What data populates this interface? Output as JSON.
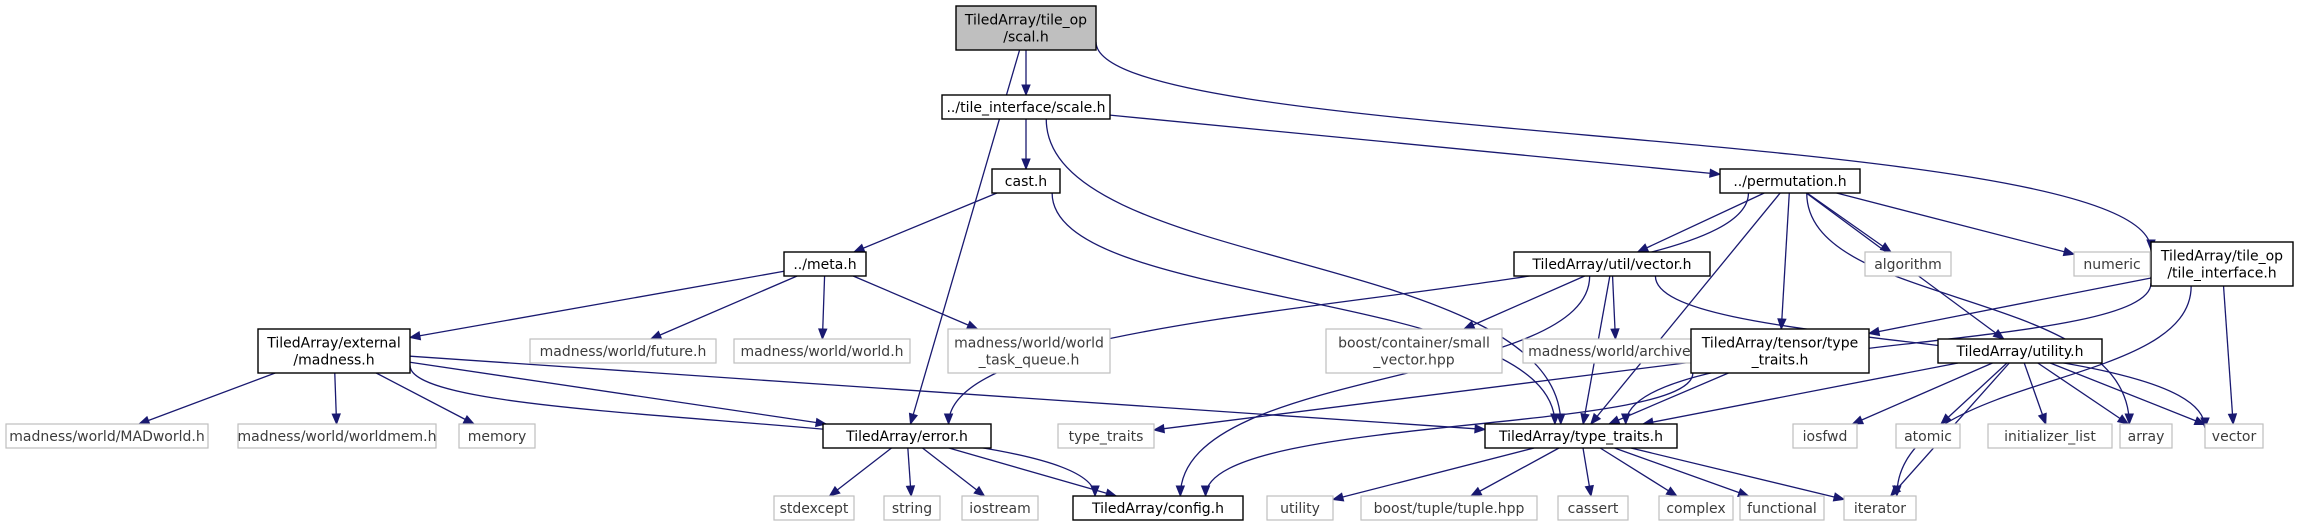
{
  "diagram": {
    "nodes": [
      {
        "id": "root",
        "lines": [
          "TiledArray/tile_op",
          "/scal.h"
        ],
        "kind": "root"
      },
      {
        "id": "scale",
        "lines": [
          "../tile_interface/scale.h"
        ],
        "kind": "local"
      },
      {
        "id": "cast",
        "lines": [
          "cast.h"
        ],
        "kind": "local"
      },
      {
        "id": "perm",
        "lines": [
          "../permutation.h"
        ],
        "kind": "local"
      },
      {
        "id": "tileif",
        "lines": [
          "TiledArray/tile_op",
          "/tile_interface.h"
        ],
        "kind": "local"
      },
      {
        "id": "meta",
        "lines": [
          "../meta.h"
        ],
        "kind": "local"
      },
      {
        "id": "ext",
        "lines": [
          "TiledArray/external",
          "/madness.h"
        ],
        "kind": "local"
      },
      {
        "id": "future",
        "lines": [
          "madness/world/future.h"
        ],
        "kind": "system"
      },
      {
        "id": "world",
        "lines": [
          "madness/world/world.h"
        ],
        "kind": "system"
      },
      {
        "id": "wtq",
        "lines": [
          "madness/world/world",
          "_task_queue.h"
        ],
        "kind": "system"
      },
      {
        "id": "vec",
        "lines": [
          "TiledArray/util/vector.h"
        ],
        "kind": "local"
      },
      {
        "id": "algo",
        "lines": [
          "algorithm"
        ],
        "kind": "system"
      },
      {
        "id": "numeric",
        "lines": [
          "numeric"
        ],
        "kind": "system"
      },
      {
        "id": "smallvec",
        "lines": [
          "boost/container/small",
          "_vector.hpp"
        ],
        "kind": "system"
      },
      {
        "id": "archive",
        "lines": [
          "madness/world/archive.h"
        ],
        "kind": "system"
      },
      {
        "id": "ttraits",
        "lines": [
          "TiledArray/tensor/type",
          "_traits.h"
        ],
        "kind": "local"
      },
      {
        "id": "util",
        "lines": [
          "TiledArray/utility.h"
        ],
        "kind": "local"
      },
      {
        "id": "madworld",
        "lines": [
          "madness/world/MADworld.h"
        ],
        "kind": "system"
      },
      {
        "id": "wmem",
        "lines": [
          "madness/world/worldmem.h"
        ],
        "kind": "system"
      },
      {
        "id": "memory",
        "lines": [
          "memory"
        ],
        "kind": "system"
      },
      {
        "id": "error",
        "lines": [
          "TiledArray/error.h"
        ],
        "kind": "local"
      },
      {
        "id": "typetraits",
        "lines": [
          "type_traits"
        ],
        "kind": "system"
      },
      {
        "id": "tatraits",
        "lines": [
          "TiledArray/type_traits.h"
        ],
        "kind": "local"
      },
      {
        "id": "iosfwd",
        "lines": [
          "iosfwd"
        ],
        "kind": "system"
      },
      {
        "id": "atomic",
        "lines": [
          "atomic"
        ],
        "kind": "system"
      },
      {
        "id": "initlist",
        "lines": [
          "initializer_list"
        ],
        "kind": "system"
      },
      {
        "id": "array",
        "lines": [
          "array"
        ],
        "kind": "system"
      },
      {
        "id": "vector",
        "lines": [
          "vector"
        ],
        "kind": "system"
      },
      {
        "id": "stdexcept",
        "lines": [
          "stdexcept"
        ],
        "kind": "system"
      },
      {
        "id": "string",
        "lines": [
          "string"
        ],
        "kind": "system"
      },
      {
        "id": "iostream",
        "lines": [
          "iostream"
        ],
        "kind": "system"
      },
      {
        "id": "config",
        "lines": [
          "TiledArray/config.h"
        ],
        "kind": "local"
      },
      {
        "id": "utility",
        "lines": [
          "utility"
        ],
        "kind": "system"
      },
      {
        "id": "tuple",
        "lines": [
          "boost/tuple/tuple.hpp"
        ],
        "kind": "system"
      },
      {
        "id": "cassert",
        "lines": [
          "cassert"
        ],
        "kind": "system"
      },
      {
        "id": "complex",
        "lines": [
          "complex"
        ],
        "kind": "system"
      },
      {
        "id": "functional",
        "lines": [
          "functional"
        ],
        "kind": "system"
      },
      {
        "id": "iterator",
        "lines": [
          "iterator"
        ],
        "kind": "system"
      }
    ],
    "edges": [
      {
        "from": "root",
        "to": "scale"
      },
      {
        "from": "root",
        "to": "error"
      },
      {
        "from": "root",
        "to": "tileif"
      },
      {
        "from": "scale",
        "to": "cast"
      },
      {
        "from": "scale",
        "to": "perm"
      },
      {
        "from": "scale",
        "to": "tatraits"
      },
      {
        "from": "cast",
        "to": "meta"
      },
      {
        "from": "cast",
        "to": "tatraits"
      },
      {
        "from": "meta",
        "to": "ext"
      },
      {
        "from": "meta",
        "to": "future"
      },
      {
        "from": "meta",
        "to": "world"
      },
      {
        "from": "meta",
        "to": "wtq"
      },
      {
        "from": "ext",
        "to": "madworld"
      },
      {
        "from": "ext",
        "to": "wmem"
      },
      {
        "from": "ext",
        "to": "memory"
      },
      {
        "from": "ext",
        "to": "error"
      },
      {
        "from": "ext",
        "to": "config"
      },
      {
        "from": "ext",
        "to": "tatraits"
      },
      {
        "from": "perm",
        "to": "error"
      },
      {
        "from": "perm",
        "to": "vec"
      },
      {
        "from": "perm",
        "to": "algo"
      },
      {
        "from": "perm",
        "to": "numeric"
      },
      {
        "from": "perm",
        "to": "array"
      },
      {
        "from": "perm",
        "to": "ttraits"
      },
      {
        "from": "perm",
        "to": "util"
      },
      {
        "from": "perm",
        "to": "tatraits"
      },
      {
        "from": "vec",
        "to": "smallvec"
      },
      {
        "from": "vec",
        "to": "archive"
      },
      {
        "from": "vec",
        "to": "config"
      },
      {
        "from": "vec",
        "to": "tatraits"
      },
      {
        "from": "vec",
        "to": "vector"
      },
      {
        "from": "tileif",
        "to": "ttraits"
      },
      {
        "from": "tileif",
        "to": "tatraits"
      },
      {
        "from": "tileif",
        "to": "vector"
      },
      {
        "from": "tileif",
        "to": "iterator"
      },
      {
        "from": "ttraits",
        "to": "typetraits"
      },
      {
        "from": "ttraits",
        "to": "tatraits"
      },
      {
        "from": "ttraits",
        "to": "config"
      },
      {
        "from": "util",
        "to": "tatraits"
      },
      {
        "from": "util",
        "to": "iosfwd"
      },
      {
        "from": "util",
        "to": "atomic"
      },
      {
        "from": "util",
        "to": "initlist"
      },
      {
        "from": "util",
        "to": "array"
      },
      {
        "from": "util",
        "to": "vector"
      },
      {
        "from": "util",
        "to": "iterator"
      },
      {
        "from": "error",
        "to": "stdexcept"
      },
      {
        "from": "error",
        "to": "string"
      },
      {
        "from": "error",
        "to": "iostream"
      },
      {
        "from": "error",
        "to": "config"
      },
      {
        "from": "tatraits",
        "to": "utility"
      },
      {
        "from": "tatraits",
        "to": "tuple"
      },
      {
        "from": "tatraits",
        "to": "cassert"
      },
      {
        "from": "tatraits",
        "to": "complex"
      },
      {
        "from": "tatraits",
        "to": "functional"
      },
      {
        "from": "tatraits",
        "to": "iterator"
      }
    ]
  }
}
